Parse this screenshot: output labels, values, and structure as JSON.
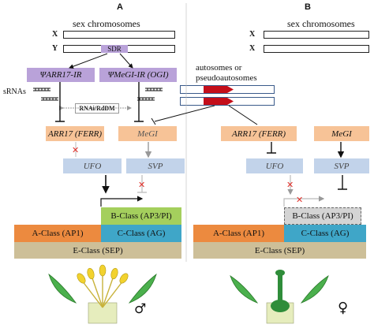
{
  "panel_a": {
    "label": "A",
    "sex_chromosomes": "sex chromosomes",
    "x_label": "X",
    "y_label": "Y",
    "sdr": "SDR",
    "arr17_ir": "ΨARR17-IR",
    "megi_ir": "ΨMeGI-IR (OGI)",
    "srnas": "sRNAs",
    "rnai": "RNAi/RdDM",
    "arr17": "ARR17 (FERR)",
    "megi": "MeGI",
    "ufo": "UFO",
    "svp": "SVP",
    "a_class": "A-Class (AP1)",
    "b_class": "B-Class (AP3/PI)",
    "c_class": "C-Class (AG)",
    "e_class": "E-Class (SEP)",
    "sex_symbol": "♂"
  },
  "panel_b": {
    "label": "B",
    "sex_chromosomes": "sex chromosomes",
    "x_label": "X",
    "autosomes": "autosomes or\npseudoautosomes",
    "arr17": "ARR17 (FERR)",
    "megi": "MeGI",
    "ufo": "UFO",
    "svp": "SVP",
    "a_class": "A-Class (AP1)",
    "b_class": "B-Class (AP3/PI)",
    "c_class": "C-Class (AG)",
    "e_class": "E-Class (SEP)",
    "sex_symbol": "♀"
  },
  "colors": {
    "purple": "#b9a2d9",
    "orange": "#f7c397",
    "blue": "#c2d3ea",
    "a_class": "#ec8a3f",
    "b_class": "#a4cf5d",
    "c_class": "#3fa6c8",
    "e_class": "#cdbf98",
    "inhibit_x": "#e0302a",
    "gene_red": "#c40e1a"
  }
}
